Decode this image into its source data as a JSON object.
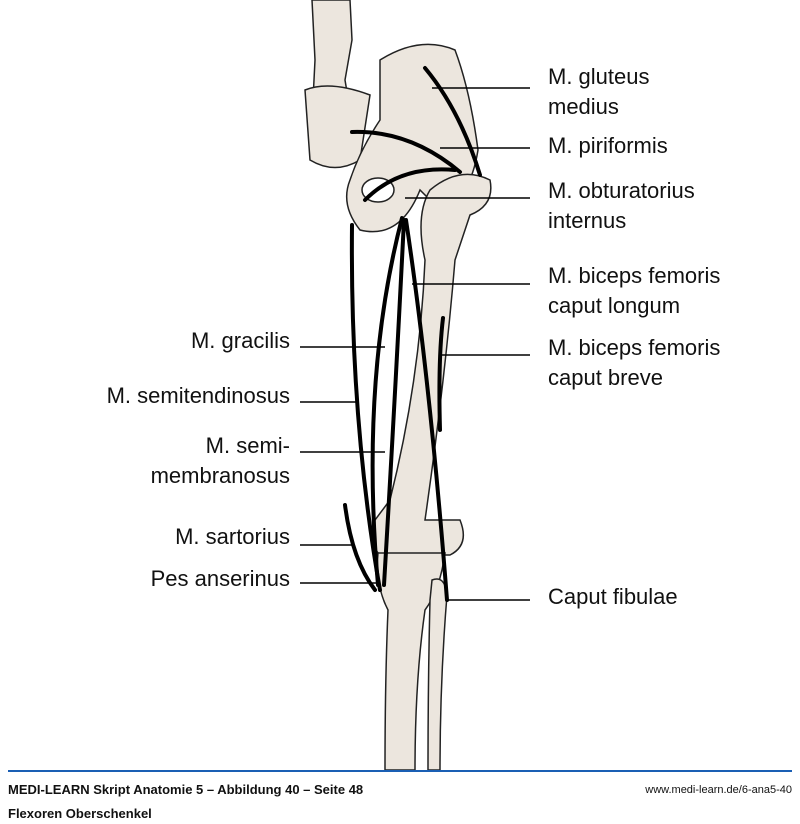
{
  "labels_right": [
    {
      "line1": "M. gluteus",
      "line2": "medius"
    },
    {
      "line1": "M. piriformis"
    },
    {
      "line1": "M. obturatorius",
      "line2": "internus"
    },
    {
      "line1": "M. biceps femoris",
      "line2": "caput longum"
    },
    {
      "line1": "M. biceps femoris",
      "line2": "caput breve"
    },
    {
      "line1": "Caput fibulae"
    }
  ],
  "labels_left": [
    {
      "line1": "M. gracilis"
    },
    {
      "line1": "M. semitendinosus"
    },
    {
      "line1": "M. semi-",
      "line2": "membranosus"
    },
    {
      "line1": "M. sartorius"
    },
    {
      "line1": "Pes anserinus"
    }
  ],
  "footer": {
    "title": "MEDI-LEARN Skript Anatomie 5 – Abbildung 40 – Seite 48",
    "subtitle": "Flexoren Oberschenkel",
    "url": "www.medi-learn.de/6-ana5-40"
  },
  "colors": {
    "bone": "#ece6de",
    "rule": "#1a5fb4"
  }
}
